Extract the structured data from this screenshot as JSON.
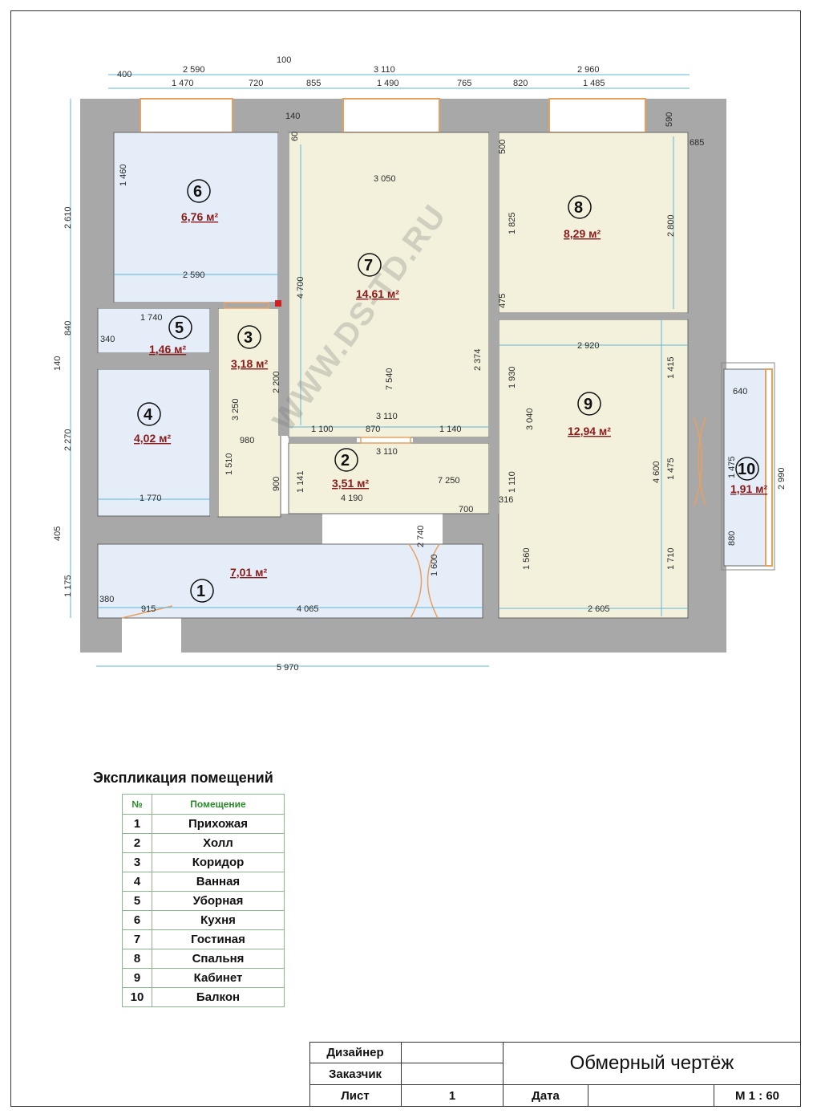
{
  "rooms": [
    {
      "num": "1",
      "area": "7,01 м²"
    },
    {
      "num": "2",
      "area": "3,51 м²"
    },
    {
      "num": "3",
      "area": "3,18 м²"
    },
    {
      "num": "4",
      "area": "4,02 м²"
    },
    {
      "num": "5",
      "area": "1,46 м²"
    },
    {
      "num": "6",
      "area": "6,76 м²"
    },
    {
      "num": "7",
      "area": "14,61 м²"
    },
    {
      "num": "8",
      "area": "8,29 м²"
    },
    {
      "num": "9",
      "area": "12,94 м²"
    },
    {
      "num": "10",
      "area": "1,91 м²"
    }
  ],
  "dims": {
    "top_outer": [
      "2 590",
      "100",
      "3 110",
      "2 960"
    ],
    "top_inner": [
      "400",
      "1 470",
      "720",
      "855",
      "1 490",
      "765",
      "820",
      "1 485"
    ],
    "left": [
      "2 610",
      "840",
      "140",
      "2 270",
      "405",
      "1 175"
    ],
    "bottom": "5 970",
    "misc": [
      "140",
      "60",
      "590",
      "685",
      "1 460",
      "2 590",
      "1 740",
      "340",
      "3 050",
      "4 700",
      "500",
      "1 825",
      "2 800",
      "475",
      "2 920",
      "1 415",
      "1 930",
      "2 374",
      "7 540",
      "2 200",
      "3 250",
      "980",
      "1 100",
      "870",
      "3 110",
      "1 140",
      "3 110",
      "1 510",
      "900",
      "1 141",
      "4 190",
      "7 250",
      "700",
      "316",
      "1 110",
      "3 040",
      "4 600",
      "1 475",
      "1 475",
      "640",
      "2 990",
      "880",
      "1 770",
      "2 740",
      "1 600",
      "1 560",
      "1 710",
      "2 605",
      "380",
      "915",
      "4 065"
    ]
  },
  "watermark": "WWW.DS-TD.RU",
  "explication": {
    "title": "Экспликация помещений",
    "col_num": "№",
    "col_room": "Помещение",
    "rows": [
      {
        "n": "1",
        "name": "Прихожая"
      },
      {
        "n": "2",
        "name": "Холл"
      },
      {
        "n": "3",
        "name": "Коридор"
      },
      {
        "n": "4",
        "name": "Ванная"
      },
      {
        "n": "5",
        "name": "Уборная"
      },
      {
        "n": "6",
        "name": "Кухня"
      },
      {
        "n": "7",
        "name": "Гостиная"
      },
      {
        "n": "8",
        "name": "Спальня"
      },
      {
        "n": "9",
        "name": "Кабинет"
      },
      {
        "n": "10",
        "name": "Балкон"
      }
    ]
  },
  "stamp": {
    "designer": "Дизайнер",
    "customer": "Заказчик",
    "sheet": "Лист",
    "sheet_no": "1",
    "date": "Дата",
    "title": "Обмерный чертёж",
    "scale": "М 1 : 60"
  },
  "colors": {
    "wall": "#a8a8a8",
    "room_blue": "#e4edf8",
    "room_beige": "#f3f1dc",
    "dim": "#5fb8d6",
    "area": "#8b1a1a",
    "window": "#e8a060"
  }
}
